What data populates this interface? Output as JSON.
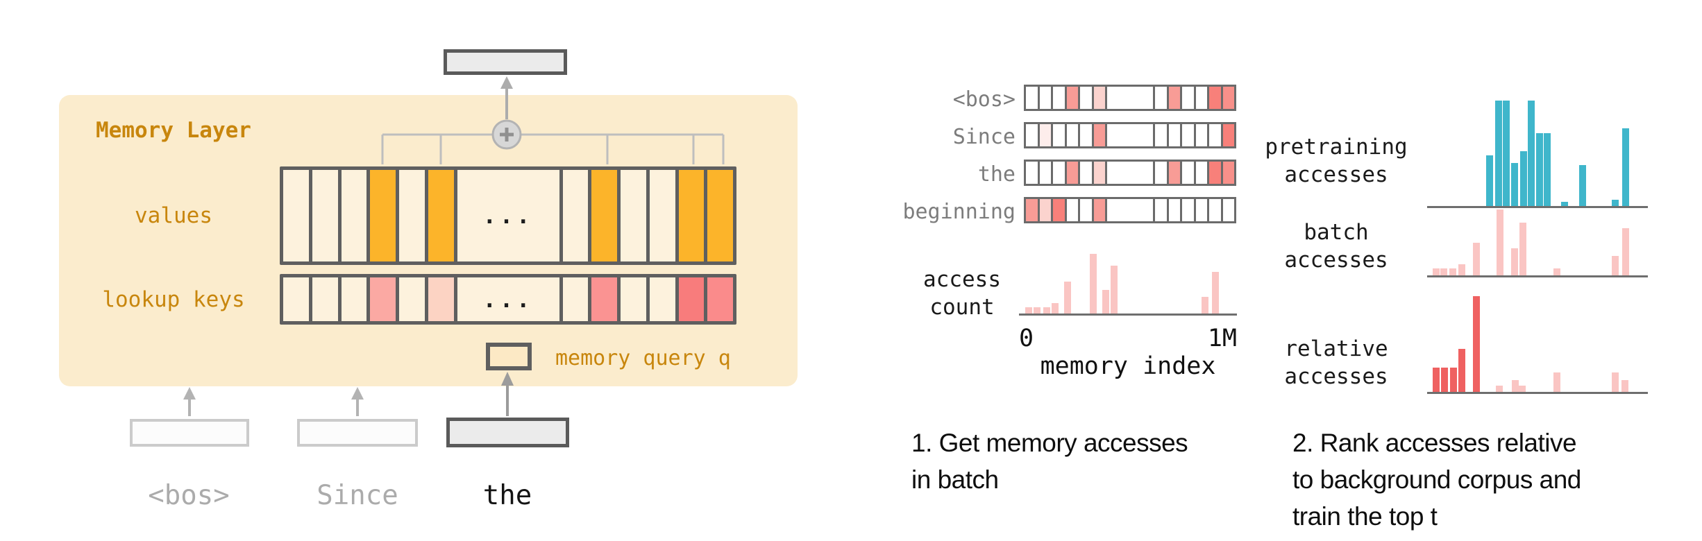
{
  "colors": {
    "w": "#FFFFFF",
    "cream": "#FDF2DD",
    "orange": "#FCB42A",
    "panel_bg": "#FBECCD",
    "border_dark": "#5F5F5F",
    "kp_light": "#FBA9A3",
    "kp_faint": "#FCD3C3",
    "kp_med": "#FA9392",
    "kp_strong": "#F87C7C",
    "kp_med2": "#FA8B8B",
    "rp_med": "#F89C96",
    "rp_light": "#FBD3CE",
    "rp_faint": "#FDEDEB",
    "rp_strong": "#F8807A",
    "rp_medstrong": "#F8908A",
    "bar_pink": "#FAC5C3",
    "bar_teal": "#3FB6CB",
    "bar_red": "#EF6161",
    "accent_text": "#C8860D"
  },
  "figure": {
    "memory_layer": {
      "title": "Memory Layer",
      "values_label": "values",
      "keys_label": "lookup keys",
      "query_label": "memory query q",
      "ellipsis": "...",
      "values_cells": [
        "cream",
        "cream",
        "cream",
        "orange",
        "cream",
        "orange",
        "ellipsis",
        "cream",
        "orange",
        "cream",
        "cream",
        "orange",
        "orange"
      ],
      "keys_cells": [
        "cream",
        "cream",
        "cream",
        "kp_light",
        "cream",
        "kp_faint",
        "ellipsis",
        "cream",
        "kp_med",
        "cream",
        "cream",
        "kp_strong",
        "kp_med2"
      ]
    },
    "tokens": [
      {
        "label": "<bos>",
        "state": "faded"
      },
      {
        "label": "Since",
        "state": "faded"
      },
      {
        "label": "the",
        "state": "active"
      }
    ],
    "access_panel": {
      "rows": [
        {
          "label": "<bos>",
          "cells": [
            "w",
            "w",
            "w",
            "rp_med",
            "w",
            "rp_light",
            "wide",
            "w",
            "rp_med",
            "w",
            "w",
            "rp_strong",
            "rp_medstrong"
          ]
        },
        {
          "label": "Since",
          "cells": [
            "w",
            "rp_faint",
            "w",
            "w",
            "w",
            "rp_med",
            "wide",
            "w",
            "w",
            "w",
            "w",
            "w",
            "rp_strong"
          ]
        },
        {
          "label": "the",
          "cells": [
            "w",
            "w",
            "w",
            "rp_med",
            "w",
            "rp_light",
            "wide",
            "w",
            "rp_med",
            "w",
            "w",
            "rp_strong",
            "rp_medstrong"
          ]
        },
        {
          "label": "beginning",
          "cells": [
            "rp_med",
            "rp_light",
            "rp_strong",
            "w",
            "w",
            "rp_med",
            "wide",
            "w",
            "w",
            "w",
            "w",
            "w",
            "w"
          ]
        }
      ]
    },
    "captions": {
      "step1": "1. Get memory accesses\nin batch",
      "step2": "2. Rank accesses relative\nto background corpus and\ntrain the top t"
    }
  },
  "chart_data": [
    {
      "id": "access_count",
      "type": "bar",
      "ylabel": "access\ncount",
      "xlabel": "memory index",
      "xticks": [
        "0",
        "1M"
      ],
      "x_range": [
        0,
        1000000
      ],
      "grid": false,
      "bar_color": "#FAC5C3",
      "bars": [
        {
          "x": 0.03,
          "h": 0.11
        },
        {
          "x": 0.07,
          "h": 0.11
        },
        {
          "x": 0.115,
          "h": 0.11
        },
        {
          "x": 0.155,
          "h": 0.17
        },
        {
          "x": 0.215,
          "h": 0.53
        },
        {
          "x": 0.335,
          "h": 1.0
        },
        {
          "x": 0.395,
          "h": 0.4
        },
        {
          "x": 0.435,
          "h": 0.8
        },
        {
          "x": 0.865,
          "h": 0.28
        },
        {
          "x": 0.915,
          "h": 0.7
        }
      ]
    },
    {
      "id": "pretraining",
      "type": "bar",
      "label": "pretraining\naccesses",
      "bar_color": "#3FB6CB",
      "bars": [
        {
          "x": 0.275,
          "h": 0.48
        },
        {
          "x": 0.318,
          "h": 1.0
        },
        {
          "x": 0.355,
          "h": 1.0
        },
        {
          "x": 0.393,
          "h": 0.41
        },
        {
          "x": 0.434,
          "h": 0.52
        },
        {
          "x": 0.472,
          "h": 1.0
        },
        {
          "x": 0.51,
          "h": 0.69
        },
        {
          "x": 0.547,
          "h": 0.69
        },
        {
          "x": 0.626,
          "h": 0.04
        },
        {
          "x": 0.711,
          "h": 0.39
        },
        {
          "x": 0.865,
          "h": 0.06
        },
        {
          "x": 0.912,
          "h": 0.74
        }
      ]
    },
    {
      "id": "batch",
      "type": "bar",
      "label": "batch\naccesses",
      "bar_color": "#FAC5C3",
      "bars": [
        {
          "x": 0.025,
          "h": 0.1
        },
        {
          "x": 0.063,
          "h": 0.1
        },
        {
          "x": 0.104,
          "h": 0.1
        },
        {
          "x": 0.145,
          "h": 0.17
        },
        {
          "x": 0.214,
          "h": 0.49
        },
        {
          "x": 0.324,
          "h": 1.0
        },
        {
          "x": 0.393,
          "h": 0.41
        },
        {
          "x": 0.431,
          "h": 0.8
        },
        {
          "x": 0.591,
          "h": 0.11
        },
        {
          "x": 0.865,
          "h": 0.29
        },
        {
          "x": 0.912,
          "h": 0.72
        }
      ]
    },
    {
      "id": "relative",
      "type": "bar",
      "label": "relative\naccesses",
      "colors": {
        "red": "#EF6161",
        "pink": "#FAC5C3"
      },
      "bars": [
        {
          "x": 0.025,
          "h": 0.25,
          "c": "red"
        },
        {
          "x": 0.066,
          "h": 0.25,
          "c": "red"
        },
        {
          "x": 0.107,
          "h": 0.25,
          "c": "red"
        },
        {
          "x": 0.145,
          "h": 0.45,
          "c": "red"
        },
        {
          "x": 0.214,
          "h": 1.0,
          "c": "red"
        },
        {
          "x": 0.321,
          "h": 0.065,
          "c": "pink"
        },
        {
          "x": 0.396,
          "h": 0.12,
          "c": "pink"
        },
        {
          "x": 0.428,
          "h": 0.065,
          "c": "pink"
        },
        {
          "x": 0.591,
          "h": 0.2,
          "c": "pink"
        },
        {
          "x": 0.865,
          "h": 0.2,
          "c": "pink"
        },
        {
          "x": 0.909,
          "h": 0.12,
          "c": "pink"
        }
      ]
    }
  ]
}
